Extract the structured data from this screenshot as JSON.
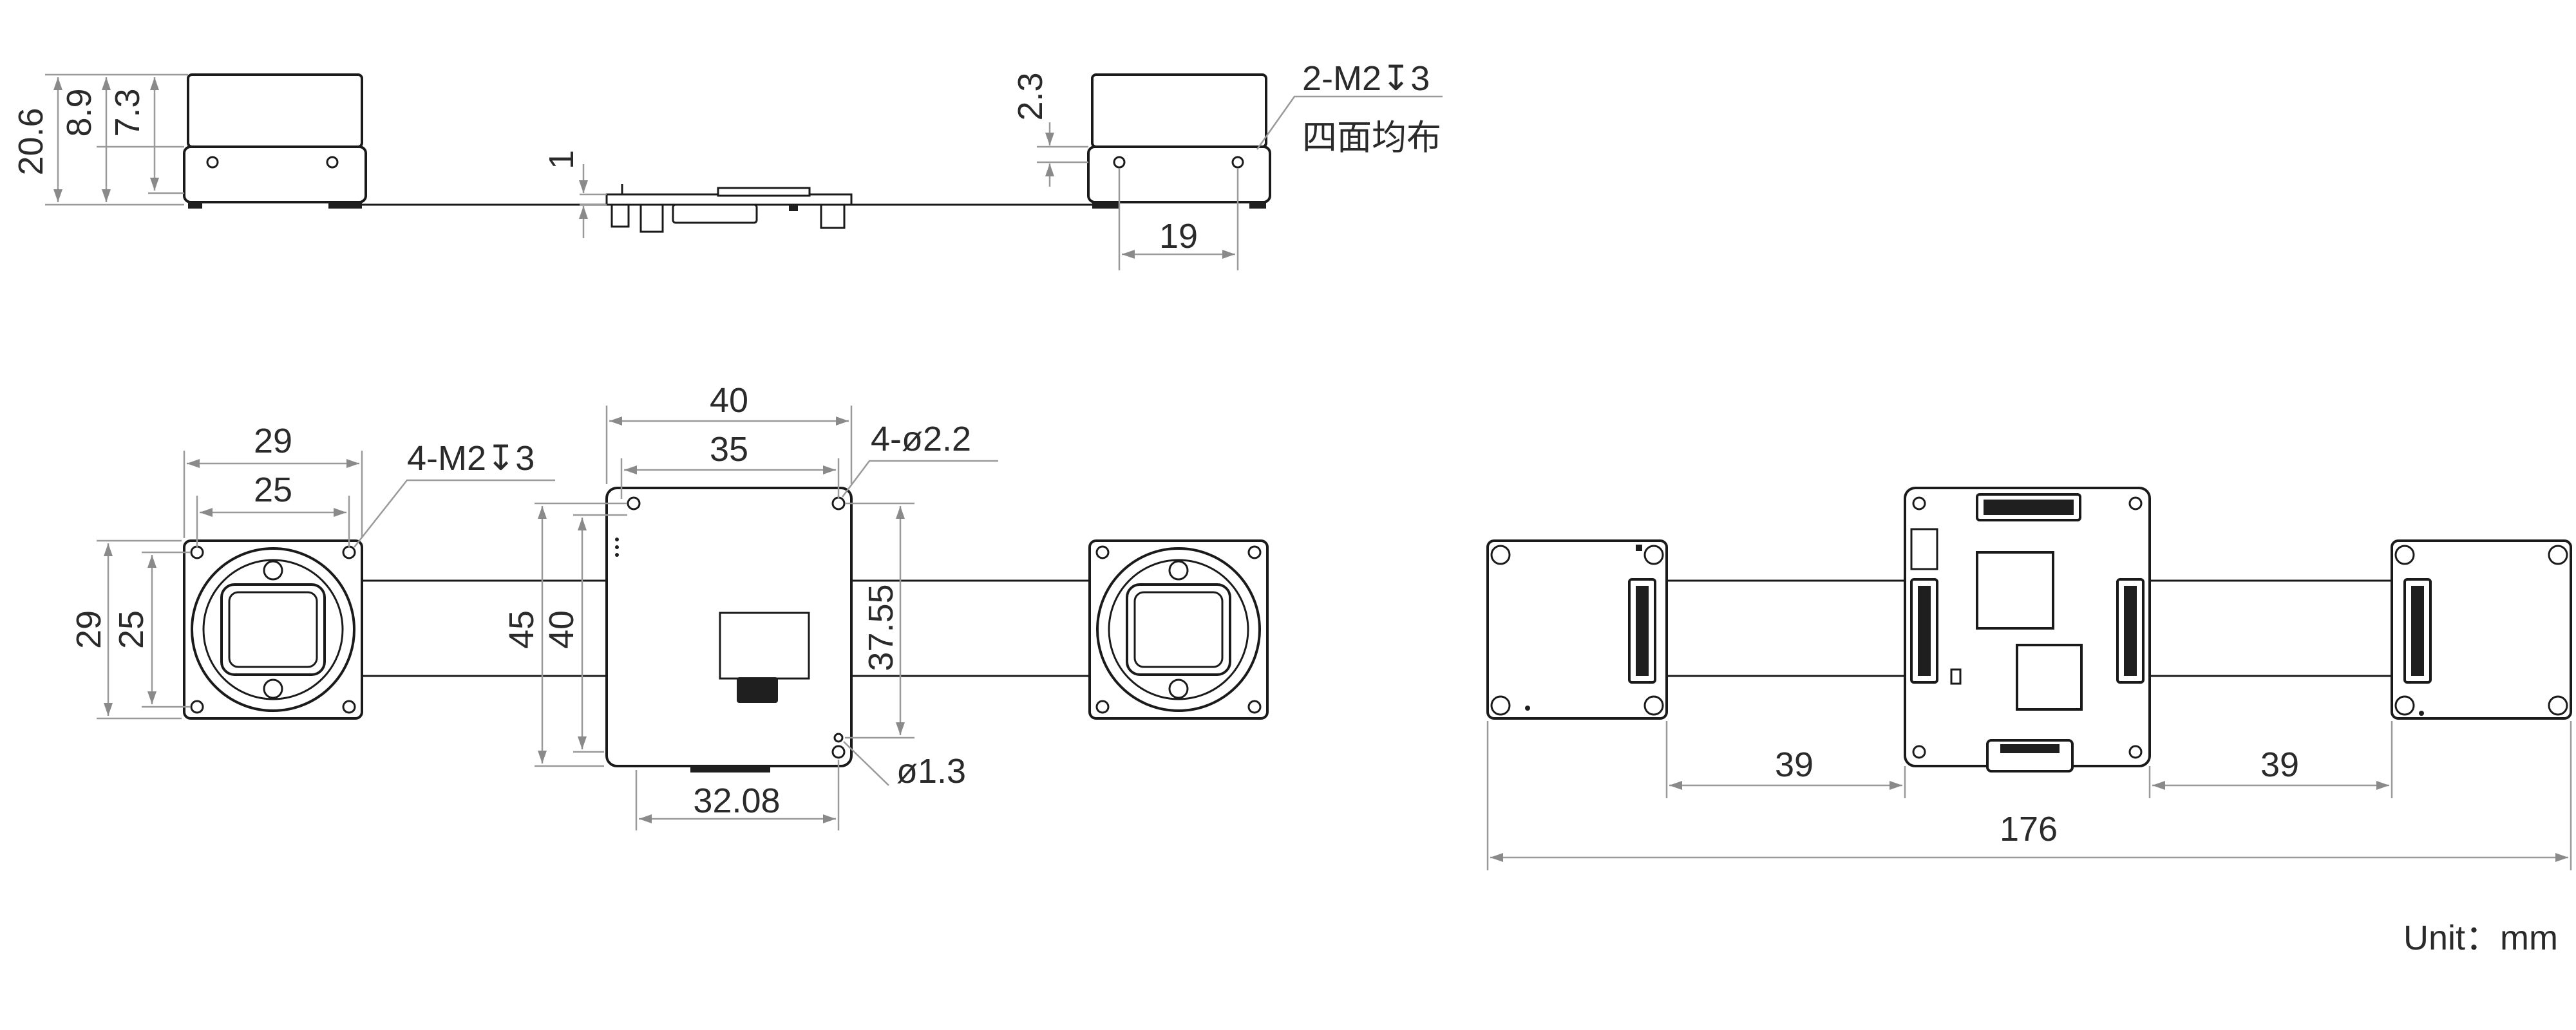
{
  "side_view": {
    "dim_total_height": "20.6",
    "dim_lens_height": "8.9",
    "dim_body_height": "7.3",
    "dim_board_thickness": "1",
    "dim_mount_offset": "2.3",
    "dim_hole_spacing": "19",
    "callout_thread": "2-M2↧3",
    "callout_note": "四面均布"
  },
  "front_view": {
    "dim_module_width": "29",
    "dim_module_hole_pitch": "25",
    "dim_module_height": "29",
    "dim_module_hole_pitch_v": "25",
    "callout_module_thread": "4-M2↧3",
    "dim_board_width": "40",
    "dim_board_hole_pitch": "35",
    "dim_board_height": "45",
    "dim_board_hole_pitch_v": "40",
    "dim_board_hole_pitch_right": "37.55",
    "callout_board_holes": "4-ø2.2",
    "callout_small_hole": "ø1.3",
    "dim_connector_offset": "32.08"
  },
  "back_view": {
    "dim_cable_left": "39",
    "dim_cable_right": "39",
    "dim_overall_length": "176"
  },
  "unit_label": "Unit：mm"
}
